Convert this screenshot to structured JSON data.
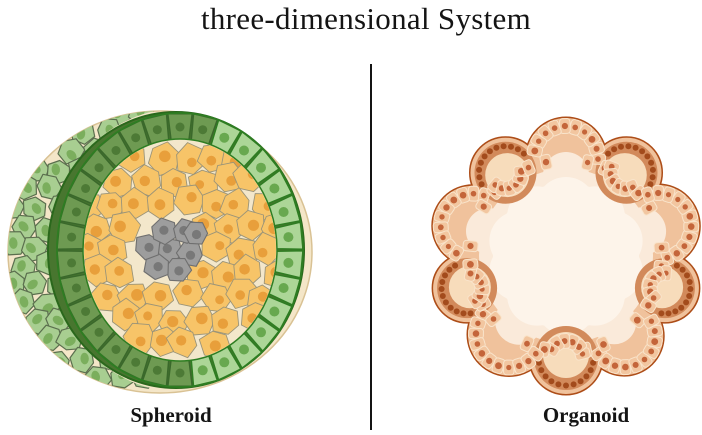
{
  "title": "three-dimensional System",
  "panels": {
    "spheroid": {
      "label": "Spheroid"
    },
    "organoid": {
      "label": "Organoid"
    }
  },
  "palette": {
    "ink": "#141414",
    "spheroid_outer_fill": "#f4e6c8",
    "spheroid_outer_stroke": "#d9c294",
    "hex_cell_fill": "#a8ce91",
    "hex_cell_stroke": "#5b6f4e",
    "hex_cell_nucleus": "#7bae5d",
    "cut_band_fill": "#48762f",
    "cut_band_stroke": "#2a681c",
    "ring_cell_light": "#acd697",
    "ring_cell_light_nucleus": "#68a84f",
    "ring_cell_dark": "#6e9a52",
    "ring_cell_dark_nucleus": "#4d7a36",
    "ring_stroke": "#2e7d22",
    "interior_fill": "#f3e7cb",
    "tumor_cell_fill": "#f7c468",
    "tumor_cell_stroke": "#9b9478",
    "tumor_cell_nucleus": "#e89f3b",
    "core_cell_fill": "#9d9d9d",
    "core_cell_stroke": "#6f6f6f",
    "core_cell_nucleus": "#787878",
    "organoid_outline": "#ad4d18",
    "organoid_band": "#f0c29c",
    "organoid_cell_fill": "#f2c6a0",
    "organoid_cell_stroke": "#f9e4cb",
    "organoid_cell_nucleus": "#c4653a",
    "organoid_bud_fill": "#d28a5b",
    "organoid_bud_nucleus": "#a34b1c",
    "organoid_bud_inner": "#f7dcbb",
    "organoid_inner": "#faeada",
    "organoid_center": "#fdf4ea"
  }
}
